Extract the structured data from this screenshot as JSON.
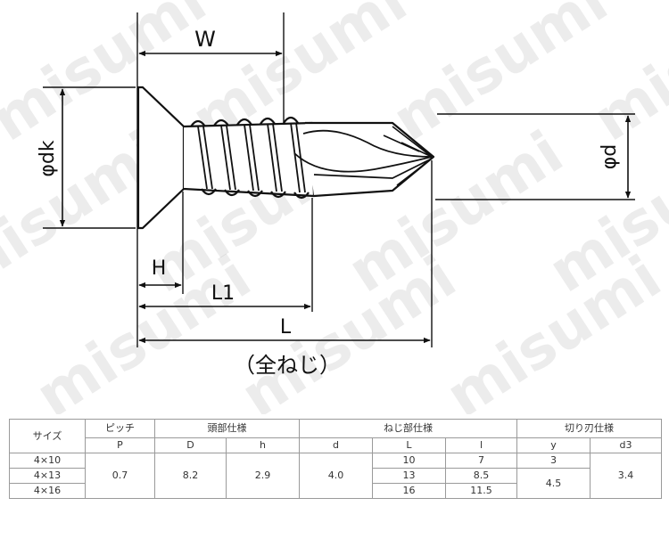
{
  "drawing": {
    "labels": {
      "w": "W",
      "dk": "φdk",
      "d": "φd",
      "h": "H",
      "l1": "L1",
      "l": "L",
      "full_thread": "（全ねじ）"
    },
    "watermark": "misumi"
  },
  "table": {
    "group_headers": {
      "size": "サイズ",
      "pitch": "ピッチ",
      "head_spec": "頭部仕様",
      "thread_spec": "ねじ部仕様",
      "cut_spec": "切り刃仕様"
    },
    "sub_headers": {
      "p": "P",
      "D": "D",
      "h": "h",
      "d": "d",
      "L": "L",
      "l": "l",
      "y": "y",
      "d3": "d3"
    },
    "rows": [
      {
        "size": "4×10",
        "L": "10",
        "l": "7",
        "y": "3"
      },
      {
        "size": "4×13",
        "L": "13",
        "l": "8.5"
      },
      {
        "size": "4×16",
        "L": "16",
        "l": "11.5"
      }
    ],
    "shared": {
      "p": "0.7",
      "D": "8.2",
      "h": "2.9",
      "d": "4.0",
      "y_long": "4.5",
      "d3": "3.4"
    }
  }
}
